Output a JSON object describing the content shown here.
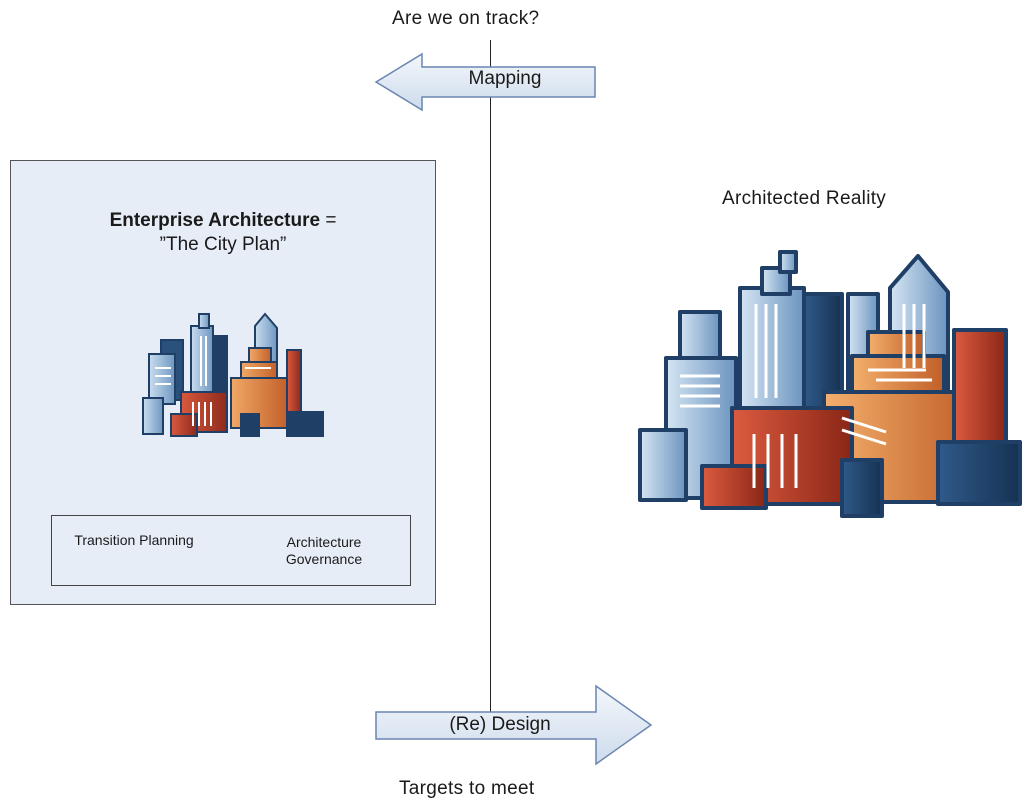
{
  "top_label": "Are we on track?",
  "bottom_label": "Targets to meet",
  "mapping_arrow": {
    "label": "Mapping",
    "direction": "left"
  },
  "design_arrow": {
    "label": "(Re) Design",
    "direction": "right"
  },
  "enterprise_panel": {
    "title_bold": "Enterprise Architecture",
    "title_suffix": " =",
    "subtitle": "”The City Plan”",
    "items": [
      "Transition Planning",
      "Architecture Governance"
    ]
  },
  "reality": {
    "label": "Architected Reality"
  },
  "colors": {
    "panel_bg": "#e7edf7",
    "arrow_fill_light": "#eef3fa",
    "arrow_fill_dark": "#bfcfe6",
    "arrow_stroke": "#6a86b0",
    "building_blue_dark": "#1f3f66",
    "building_blue_light": "#a9c6e2",
    "building_orange": "#d9783a",
    "building_red": "#b83a26"
  }
}
